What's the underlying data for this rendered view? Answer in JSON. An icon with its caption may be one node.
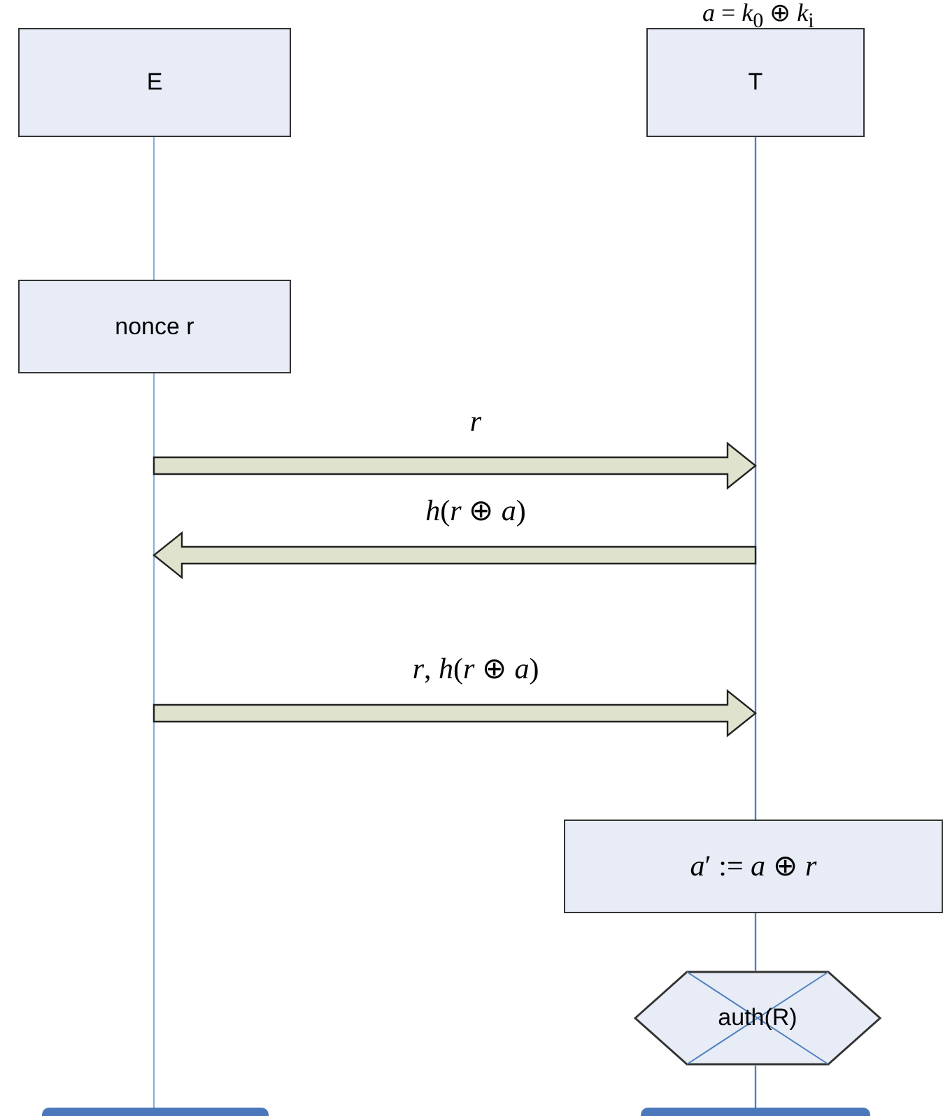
{
  "diagram": {
    "nodes": [
      {
        "text": [
          "E"
        ]
      },
      {
        "text": [
          "T"
        ],
        "beside": [
          "*a* = *k*$_{0}$ ⊕ *k*$_{i}$"
        ]
      },
      {
        "text": [
          "nonce r"
        ]
      },
      {
        "text": [
          "*a*′ := *a* ⊕ *r*"
        ]
      },
      {
        "text": [
          "auth(R)"
        ]
      },
      {
        "text": [],
        "shape": "bar"
      },
      {
        "text": [],
        "shape": "bar"
      }
    ],
    "edges": [
      {
        "from": 0,
        "to": 2,
        "arrow": "none"
      },
      {
        "from": 2,
        "to": 5,
        "arrow": "none"
      },
      {
        "from": 1,
        "to": 3,
        "arrow": "none"
      },
      {
        "from": 3,
        "to": 4,
        "arrow": "none"
      },
      {
        "from": 4,
        "to": 6,
        "arrow": "none"
      },
      {
        "from": 2,
        "to": 3,
        "arrow": "to",
        "label": "*r*",
        "style": "thick",
        "color": "#dfe2cc"
      },
      {
        "from": 3,
        "to": 2,
        "arrow": "to",
        "label": "*h*(*r* ⊕ *a*)",
        "style": "thick",
        "color": "#dfe2cc"
      },
      {
        "from": 2,
        "to": 3,
        "arrow": "to",
        "label": "*r*, *h*(*r* ⊕ *a*)",
        "style": "thick",
        "color": "#dfe2cc"
      }
    ]
  }
}
